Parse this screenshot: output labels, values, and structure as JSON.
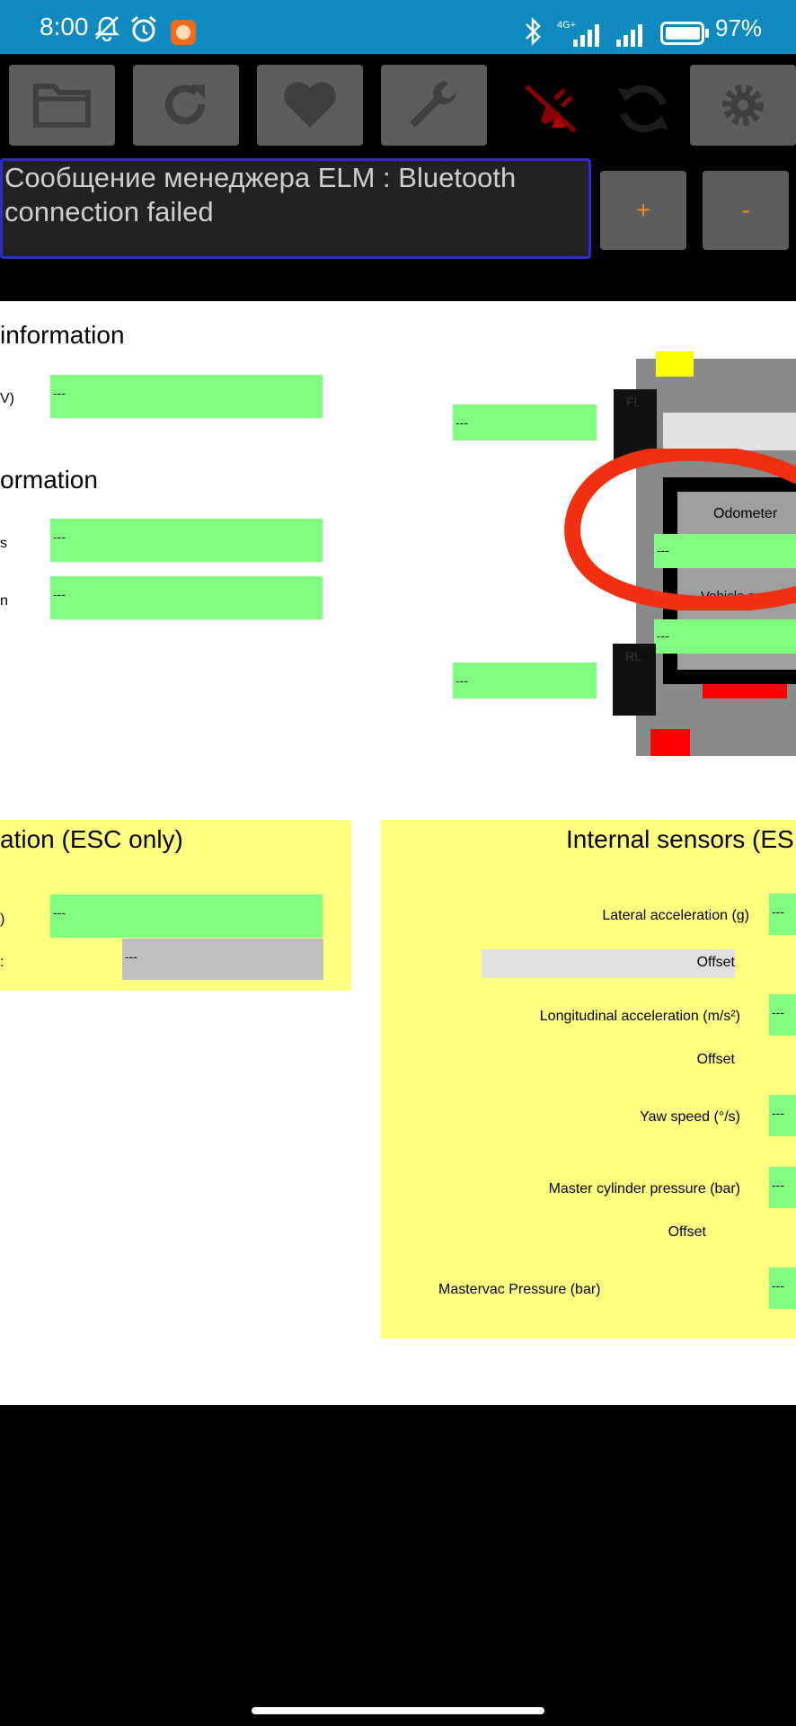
{
  "status_bar": {
    "time": "8:00",
    "battery_pct": "97%",
    "network": "4G+",
    "icons": [
      "bell-off-icon",
      "alarm-icon",
      "mi-app-icon",
      "bluetooth-icon",
      "signal-icon",
      "battery-icon"
    ]
  },
  "toolbar": {
    "buttons": [
      "folder-icon",
      "refresh-icon",
      "heart-icon",
      "wrench-icon",
      "disconnected-plug-icon",
      "sync-icon",
      "gear-icon"
    ],
    "message": "Сообщение менеджера ELM : Bluetooth connection failed",
    "plus_label": "+",
    "minus_label": "-"
  },
  "top_left": {
    "section1_title": "information",
    "row1_label": "V)",
    "row1_value": "---",
    "section2_title": "ormation",
    "row2_label": "s",
    "row2_value": "---",
    "row3_label": "n",
    "row3_value": "---"
  },
  "car_diagram": {
    "fl_label": "FL",
    "rl_label": "RL",
    "fl_value": "---",
    "rl_value": "---",
    "odometer_label": "Odometer",
    "odometer_value": "---",
    "vehicle_speed_label": "Vehicle speed",
    "vehicle_speed_value": "---"
  },
  "esc_panel": {
    "title": "ation (ESC only)",
    "row1_label": ")",
    "row1_value": "---",
    "row2_label": ":",
    "row2_value": "---"
  },
  "internal_sensors": {
    "title": "Internal sensors (ES",
    "lateral_label": "Lateral acceleration (g)",
    "lateral_value": "---",
    "offset1_label": "Offset",
    "longitudinal_label": "Longitudinal acceleration (m/s²)",
    "longitudinal_value": "---",
    "offset2_label": "Offset",
    "yaw_label": "Yaw speed (°/s)",
    "yaw_value": "---",
    "master_label": "Master cylinder pressure (bar)",
    "master_value": "---",
    "offset3_label": "Offset",
    "mastervac_label": "Mastervac Pressure (bar)",
    "mastervac_value": "---"
  },
  "colors": {
    "status_bar": "#0e8ac0",
    "value_green": "#80ff80",
    "panel_yellow": "#ffff80",
    "annotation_red": "#f03010",
    "accent_orange": "#f08a14"
  }
}
